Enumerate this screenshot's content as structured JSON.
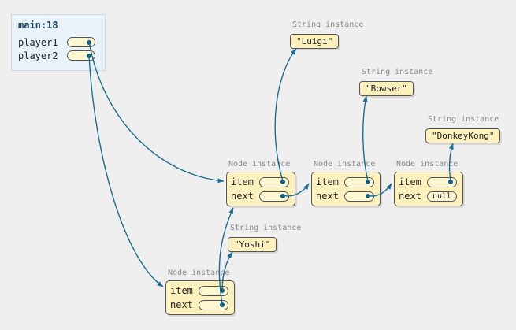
{
  "frame": {
    "title": "main:18",
    "variables": [
      {
        "name": "player1",
        "points_to": "node-luigi"
      },
      {
        "name": "player2",
        "points_to": "node-yoshi"
      }
    ]
  },
  "labels": {
    "node_instance": "Node instance",
    "string_instance": "String instance"
  },
  "field_names": {
    "item": "item",
    "next": "next"
  },
  "values": {
    "null": "null"
  },
  "strings": {
    "luigi": "\"Luigi\"",
    "bowser": "\"Bowser\"",
    "donkeykong": "\"DonkeyKong\"",
    "yoshi": "\"Yoshi\""
  },
  "pointers": [
    {
      "from": "player1",
      "to": "node-luigi"
    },
    {
      "from": "player2",
      "to": "node-yoshi"
    },
    {
      "from": "node-luigi.item",
      "to": "string-luigi"
    },
    {
      "from": "node-luigi.next",
      "to": "node-bowser"
    },
    {
      "from": "node-bowser.item",
      "to": "string-bowser"
    },
    {
      "from": "node-bowser.next",
      "to": "node-donkeykong"
    },
    {
      "from": "node-donkeykong.item",
      "to": "string-donkeykong"
    },
    {
      "from": "node-donkeykong.next",
      "to": "null"
    },
    {
      "from": "node-yoshi.item",
      "to": "string-yoshi"
    },
    {
      "from": "node-yoshi.next",
      "to": "node-luigi"
    }
  ]
}
